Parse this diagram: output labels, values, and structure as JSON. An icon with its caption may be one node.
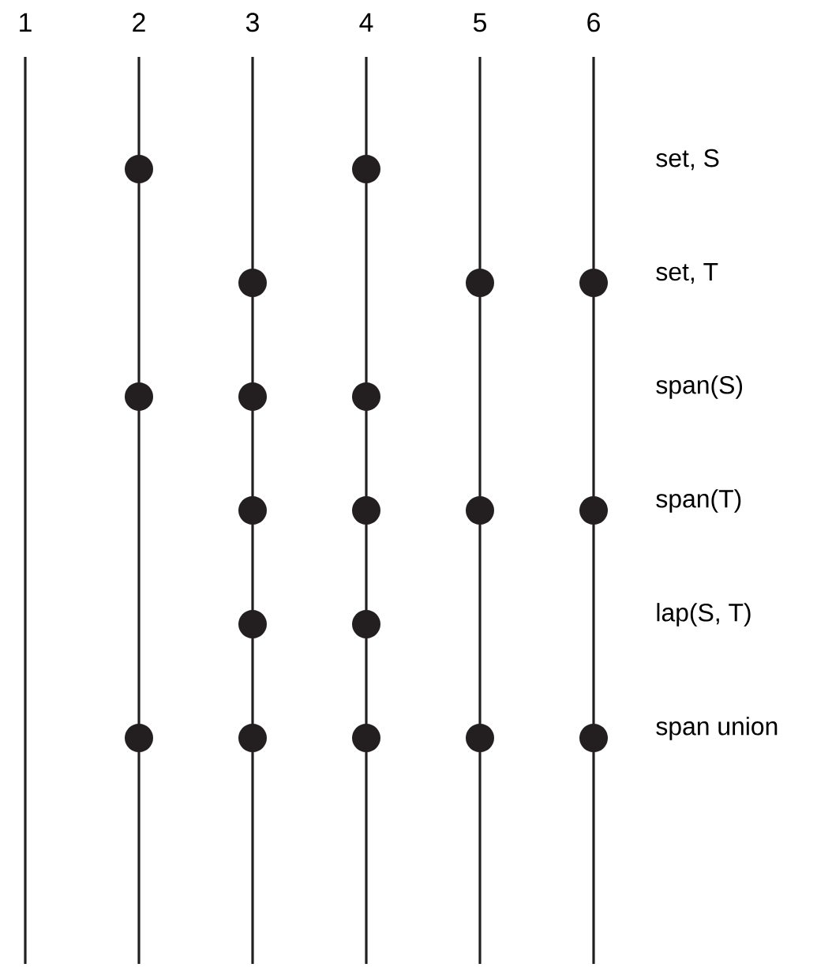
{
  "diagram": {
    "chart_data": {
      "type": "scatter",
      "orientation": "horizontal",
      "categories": [
        "set, S",
        "set, T",
        "span(S)",
        "span(T)",
        "lap(S, T)",
        "span union"
      ],
      "xlim": [
        1,
        6
      ],
      "xticks": [
        1,
        2,
        3,
        4,
        5,
        6
      ],
      "grid": "x",
      "series": [
        {
          "color": "#231f20",
          "values": [
            null,
            null,
            null,
            null,
            null,
            null
          ]
        },
        {
          "color": "#231f20",
          "values": [
            2,
            null,
            2,
            null,
            null,
            2
          ]
        },
        {
          "color": "#231f20",
          "values": [
            null,
            3,
            3,
            3,
            3,
            3
          ]
        },
        {
          "color": "#231f20",
          "values": [
            4,
            null,
            4,
            4,
            4,
            4
          ]
        },
        {
          "color": "#231f20",
          "values": [
            null,
            5,
            null,
            5,
            null,
            5
          ]
        },
        {
          "color": "#231f20",
          "values": [
            null,
            6,
            null,
            6,
            null,
            6
          ]
        }
      ]
    }
  }
}
